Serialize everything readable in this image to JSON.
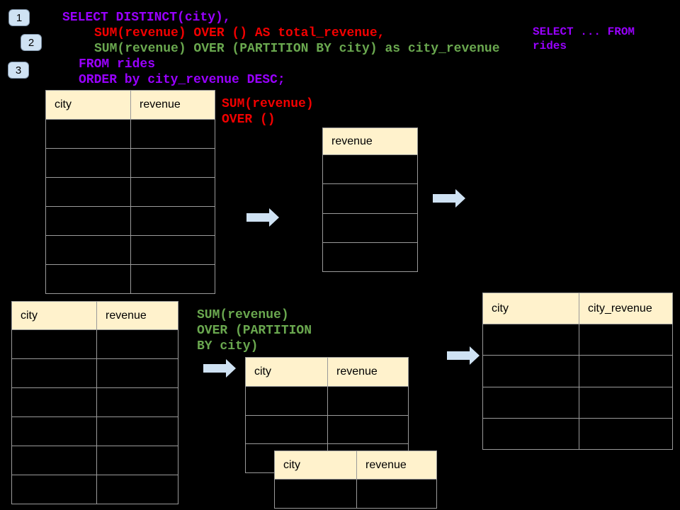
{
  "colors": {
    "background": "#000000",
    "sql_purple": "#9900ff",
    "sql_red": "#f20000",
    "sql_green": "#6aa84f",
    "table_header_fill": "#fff2cc",
    "table_border": "#9a9a9a",
    "arrow_fill": "#cfe2f3",
    "badge_fill": "#cfe2f3"
  },
  "badges": {
    "one": "1",
    "two": "2",
    "three": "3"
  },
  "query": {
    "line1": "SELECT DISTINCT(city),",
    "line2": "SUM(revenue) OVER () AS total_revenue,",
    "line3": "SUM(revenue) OVER (PARTITION BY city) as city_revenue",
    "line4": "FROM rides",
    "line5": "ORDER by city_revenue DESC;"
  },
  "side_note": {
    "line1": "SELECT ... FROM",
    "line2": "rides"
  },
  "annotations": {
    "total": {
      "line1": "SUM(revenue)",
      "line2": "OVER ()"
    },
    "partition": {
      "line1": "SUM(revenue)",
      "line2": "OVER (PARTITION",
      "line3": "BY city)"
    }
  },
  "tables": {
    "source_top": {
      "col1": "city",
      "col2": "revenue",
      "rows": 6
    },
    "total_result": {
      "col1": "revenue",
      "rows": 4
    },
    "source_bottom": {
      "col1": "city",
      "col2": "revenue",
      "rows": 6
    },
    "partition_mid": {
      "col1": "city",
      "col2": "revenue",
      "rows": 3
    },
    "partition_overlay": {
      "col1": "city",
      "col2": "revenue",
      "rows": 1
    },
    "final_result": {
      "col1": "city",
      "col2": "city_revenue",
      "rows": 4
    }
  }
}
